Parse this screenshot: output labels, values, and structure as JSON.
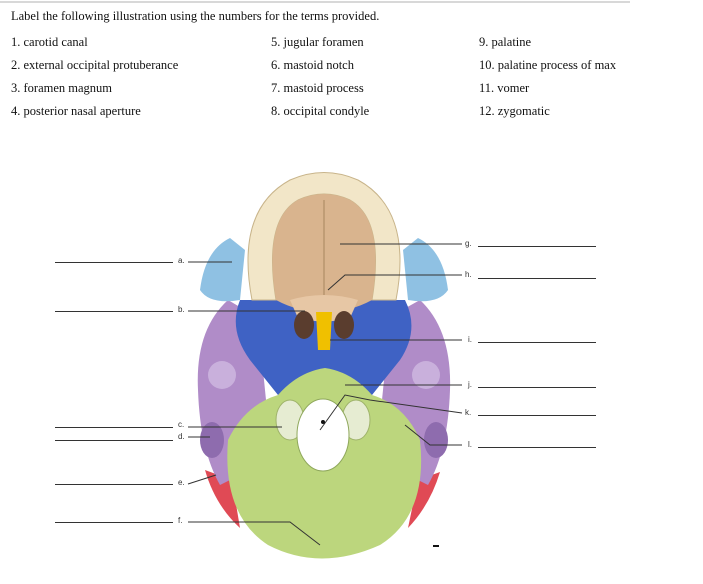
{
  "instructions": "Label the following illustration using the numbers for the terms provided.",
  "terms": [
    "1. carotid canal",
    "2. external occipital protuberance",
    "3. foramen magnum",
    "4. posterior nasal aperture",
    "5. jugular foramen",
    "6. mastoid notch",
    "7. mastoid process",
    "8. occipital condyle",
    "9. palatine",
    "10. palatine process of max",
    "11. vomer",
    "12. zygomatic"
  ],
  "labels": {
    "left": [
      "a.",
      "b.",
      "c.",
      "d.",
      "e.",
      "f."
    ],
    "right": [
      "g.",
      "h.",
      "i.",
      "j.",
      "k.",
      "l."
    ]
  },
  "colors": {
    "teeth": "#f2e6c8",
    "maxilla": "#d9b48e",
    "zygomatic": "#8fc1e3",
    "sphenoid": "#3f62c4",
    "vomer": "#f0c000",
    "temporal": "#b08cc8",
    "occipital": "#bcd67d",
    "parietal": "#e04a55"
  }
}
